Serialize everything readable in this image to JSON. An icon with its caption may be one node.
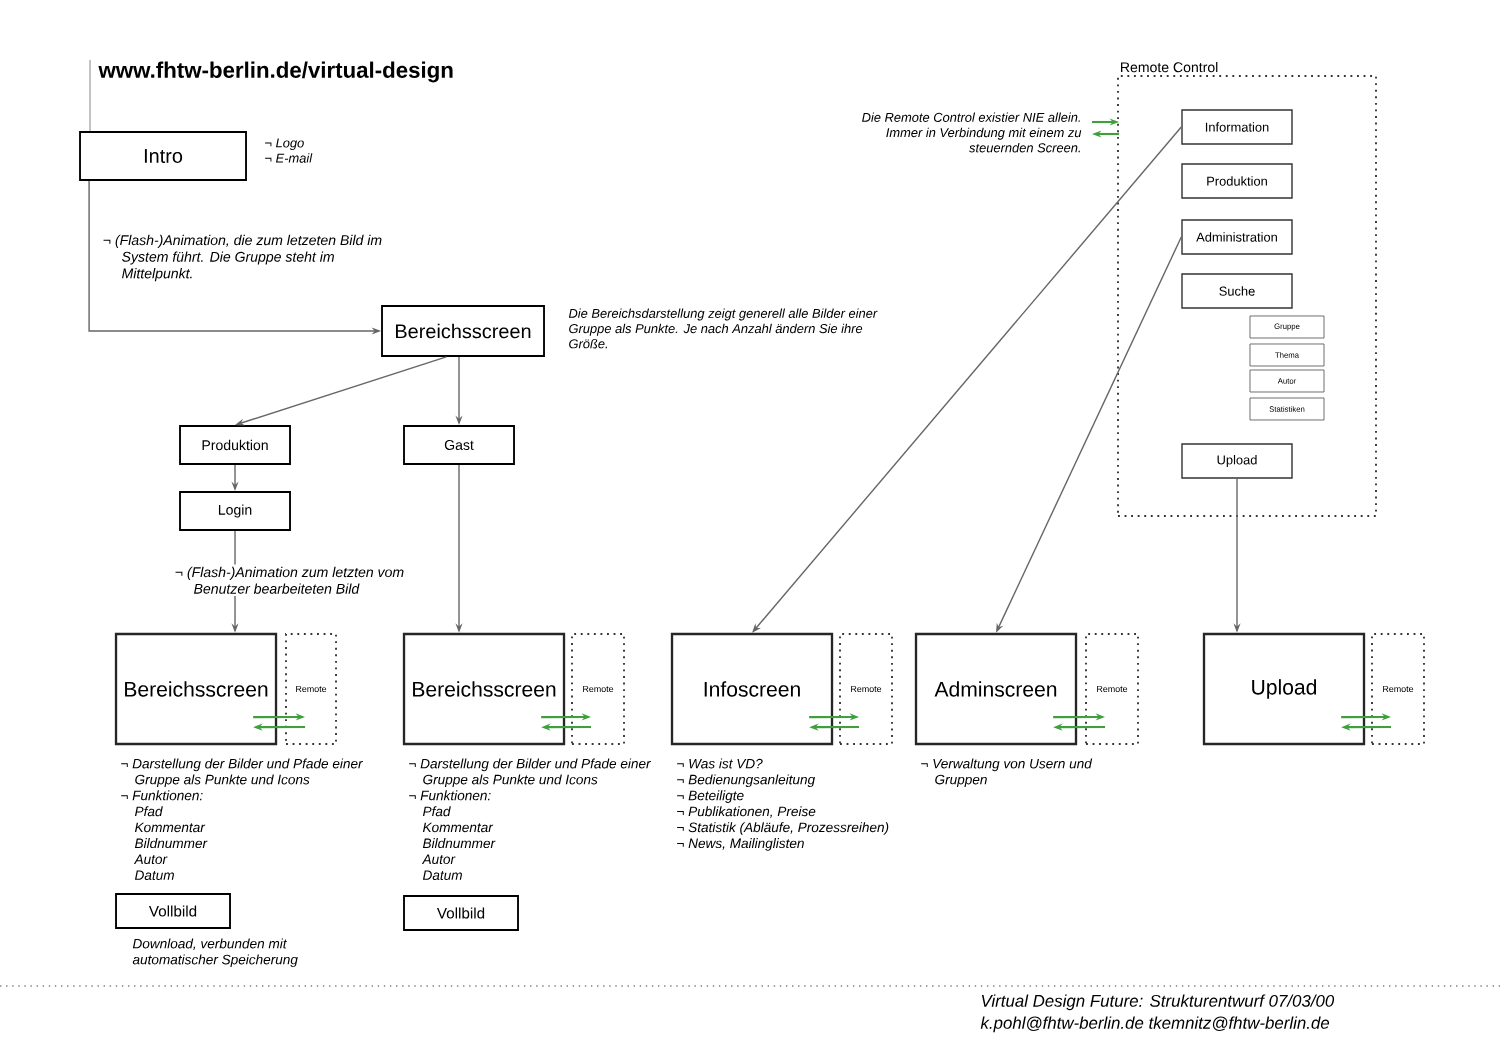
{
  "diagram": {
    "title": "www.fhtw-berlin.de/virtual-design",
    "nodes": [
      {
        "text": [
          "Intro"
        ],
        "beside": [
          "¬ Logo",
          "¬ E-mail"
        ]
      },
      {
        "text": [
          "Bereichsscreen"
        ],
        "beside": [
          "Die Bereichsdarstellung zeigt generell alle Bilder einer Gruppe als Punkte. Je nach Anzahl ändern Sie ihre Größe."
        ]
      },
      {
        "text": [
          "Produktion"
        ]
      },
      {
        "text": [
          "Gast"
        ]
      },
      {
        "text": [
          "Login"
        ]
      },
      {
        "text": [
          "Bereichsscreen"
        ],
        "beside": [
          "¬ Darstellung der Bilder und Pfade einer Gruppe als Punkte und Icons",
          "¬ Funktionen:",
          "Pfad",
          "Kommentar",
          "Bildnummer",
          "Autor",
          "Datum"
        ]
      },
      {
        "text": [
          "Remote"
        ]
      },
      {
        "text": [
          "Vollbild"
        ],
        "beside": [
          "Download, verbunden mit automatischer Speicherung"
        ]
      },
      {
        "text": [
          "Bereichsscreen"
        ],
        "beside": [
          "¬ Darstellung der Bilder und Pfade einer Gruppe als Punkte und Icons",
          "¬ Funktionen:",
          "Pfad",
          "Kommentar",
          "Bildnummer",
          "Autor",
          "Datum"
        ]
      },
      {
        "text": [
          "Remote"
        ]
      },
      {
        "text": [
          "Vollbild"
        ]
      },
      {
        "text": [
          "Infoscreen"
        ],
        "beside": [
          "¬ Was ist VD?",
          "¬ Bedienungsanleitung",
          "¬ Beteiligte",
          "¬ Publikationen, Preise",
          "¬ Statistik (Abläufe, Prozessreihen)",
          "¬ News, Mailinglisten"
        ]
      },
      {
        "text": [
          "Remote"
        ]
      },
      {
        "text": [
          "Adminscreen"
        ],
        "beside": [
          "¬ Verwaltung von Usern und Gruppen"
        ]
      },
      {
        "text": [
          "Remote"
        ]
      },
      {
        "text": [
          "Upload"
        ]
      },
      {
        "text": [
          "Remote"
        ]
      },
      {
        "text": [
          "Remote Control"
        ],
        "beside": [
          "Die Remote Control existier NIE allein. Immer in Verbindung mit einem zu steuernden Screen."
        ]
      },
      {
        "text": [
          "Information"
        ],
        "in": 17
      },
      {
        "text": [
          "Produktion"
        ],
        "in": 17
      },
      {
        "text": [
          "Administration"
        ],
        "in": 17
      },
      {
        "text": [
          "Suche"
        ],
        "in": 17
      },
      {
        "text": [
          "Gruppe"
        ],
        "in": 17
      },
      {
        "text": [
          "Thema"
        ],
        "in": 17
      },
      {
        "text": [
          "Autor"
        ],
        "in": 17
      },
      {
        "text": [
          "Statistiken"
        ],
        "in": 17
      },
      {
        "text": [
          "Upload"
        ],
        "in": 17
      }
    ],
    "edges": [
      {
        "from": 0,
        "to": 1,
        "arrow": "to",
        "label": "¬ (Flash-)Animation, die zum letzeten Bild im System führt. Die Gruppe steht im Mittelpunkt."
      },
      {
        "from": 1,
        "to": 2,
        "arrow": "to"
      },
      {
        "from": 1,
        "to": 3,
        "arrow": "to"
      },
      {
        "from": 2,
        "to": 4,
        "arrow": "to"
      },
      {
        "from": 4,
        "to": 5,
        "arrow": "to",
        "label": "¬ (Flash-)Animation zum letzten vom Benutzer bearbeiteten Bild"
      },
      {
        "from": 3,
        "to": 8,
        "arrow": "to"
      },
      {
        "from": 18,
        "to": 11,
        "arrow": "to"
      },
      {
        "from": 20,
        "to": 13,
        "arrow": "to"
      },
      {
        "from": 26,
        "to": 15,
        "arrow": "to"
      },
      {
        "from": 5,
        "to": 6,
        "arrow": "to",
        "color": "#3f9f3f"
      },
      {
        "from": 6,
        "to": 5,
        "arrow": "to",
        "color": "#3f9f3f"
      },
      {
        "from": 8,
        "to": 9,
        "arrow": "to",
        "color": "#3f9f3f"
      },
      {
        "from": 9,
        "to": 8,
        "arrow": "to",
        "color": "#3f9f3f"
      },
      {
        "from": 11,
        "to": 12,
        "arrow": "to",
        "color": "#3f9f3f"
      },
      {
        "from": 12,
        "to": 11,
        "arrow": "to",
        "color": "#3f9f3f"
      },
      {
        "from": 13,
        "to": 14,
        "arrow": "to",
        "color": "#3f9f3f"
      },
      {
        "from": 14,
        "to": 13,
        "arrow": "to",
        "color": "#3f9f3f"
      },
      {
        "from": 15,
        "to": 16,
        "arrow": "to",
        "color": "#3f9f3f"
      },
      {
        "from": 16,
        "to": 15,
        "arrow": "to",
        "color": "#3f9f3f"
      },
      {
        "from": null,
        "to": 17,
        "arrow": "to",
        "color": "#3f9f3f"
      },
      {
        "from": 17,
        "to": null,
        "arrow": "to",
        "color": "#3f9f3f"
      }
    ],
    "labels": [
      "Virtual Design Future: Strukturentwurf 07/03/00",
      "k.pohl@fhtw-berlin.de tkemnitz@fhtw-berlin.de"
    ]
  }
}
